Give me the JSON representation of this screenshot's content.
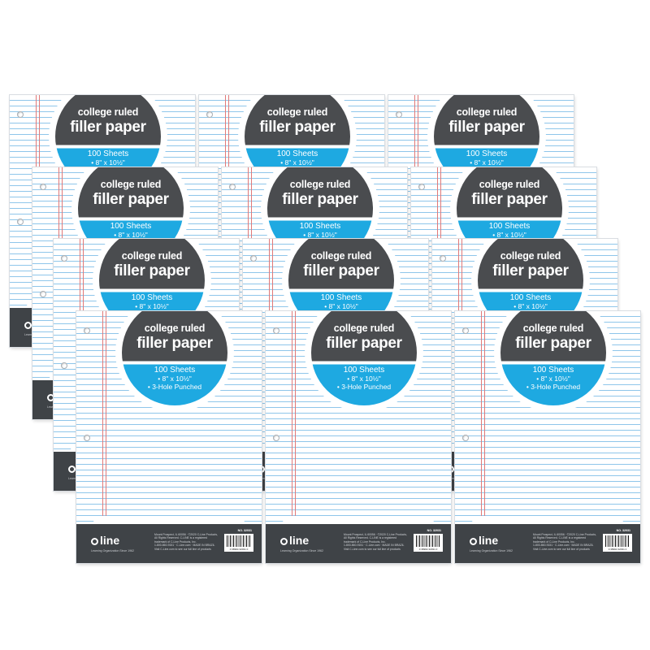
{
  "product": {
    "title_line1": "college ruled",
    "title_line2": "filler paper",
    "sheets": "100 Sheets",
    "size": "8\" x 10½\"",
    "holes": "3-Hole Punched",
    "brand": "line",
    "tagline": "Learning Organization Since 1962",
    "item_number": "NO. 32031",
    "upc": "0 38994 32031 0",
    "address_lines": [
      "Mount Prospect, IL 60056 · ©2020 C-Line Products, Inc.",
      "All Rights Reserved. C-LINE is a registered",
      "trademark of C-Line Products, Inc.",
      "1-800-860-9151 · C-Line.com · MADE IN BRAZIL",
      "Visit C-Line.com to see our full line of products"
    ]
  },
  "colors": {
    "badge_dark": "#4a4c4f",
    "badge_blue": "#1ea9e1",
    "footer": "#3f4347",
    "rule_line": "#8fc6ea",
    "margin_line": "#e07a7a"
  },
  "pack_count": 12
}
